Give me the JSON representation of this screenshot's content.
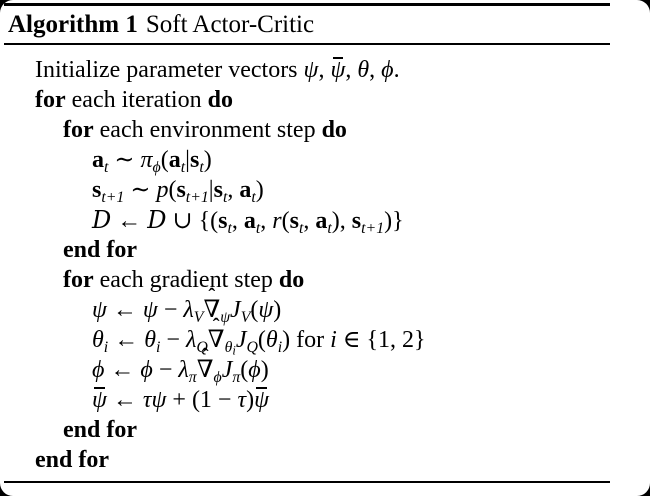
{
  "colors": {
    "text": "#000000",
    "background": "#ffffff",
    "frame_corners": "#000000",
    "rules": "#000000"
  },
  "header": {
    "label": "Algorithm 1",
    "title": "Soft Actor-Critic"
  },
  "symbols": {
    "hat_accent": "ˆ"
  },
  "algorithm": {
    "lines": [
      {
        "indent": 0,
        "segments": [
          {
            "t": "Initialize parameter vectors "
          },
          {
            "t": "ψ",
            "c": "it"
          },
          {
            "t": ", "
          },
          {
            "t": "ψ",
            "c": "it bar"
          },
          {
            "t": ", "
          },
          {
            "t": "θ",
            "c": "it"
          },
          {
            "t": ", "
          },
          {
            "t": "ϕ",
            "c": "it"
          },
          {
            "t": "."
          }
        ]
      },
      {
        "indent": 0,
        "segments": [
          {
            "t": "for",
            "c": "kw"
          },
          {
            "t": " each iteration "
          },
          {
            "t": "do",
            "c": "kw"
          }
        ]
      },
      {
        "indent": 1,
        "segments": [
          {
            "t": "for",
            "c": "kw"
          },
          {
            "t": " each environment step "
          },
          {
            "t": "do",
            "c": "kw"
          }
        ]
      },
      {
        "indent": 2,
        "segments": [
          {
            "t": "a",
            "c": "bf"
          },
          {
            "t": "t",
            "c": "sub it"
          },
          {
            "t": " ∼ "
          },
          {
            "t": "π",
            "c": "it"
          },
          {
            "t": "ϕ",
            "c": "sub it"
          },
          {
            "t": "("
          },
          {
            "t": "a",
            "c": "bf"
          },
          {
            "t": "t",
            "c": "sub it"
          },
          {
            "t": "|"
          },
          {
            "t": "s",
            "c": "bf"
          },
          {
            "t": "t",
            "c": "sub it"
          },
          {
            "t": ")"
          }
        ]
      },
      {
        "indent": 2,
        "segments": [
          {
            "t": "s",
            "c": "bf"
          },
          {
            "t": "t+1",
            "c": "sub it"
          },
          {
            "t": " ∼ "
          },
          {
            "t": "p",
            "c": "it"
          },
          {
            "t": "("
          },
          {
            "t": "s",
            "c": "bf"
          },
          {
            "t": "t+1",
            "c": "sub it"
          },
          {
            "t": "|"
          },
          {
            "t": "s",
            "c": "bf"
          },
          {
            "t": "t",
            "c": "sub it"
          },
          {
            "t": ", "
          },
          {
            "t": "a",
            "c": "bf"
          },
          {
            "t": "t",
            "c": "sub it"
          },
          {
            "t": ")"
          }
        ]
      },
      {
        "indent": 2,
        "segments": [
          {
            "t": "D",
            "c": "cal"
          },
          {
            "t": " ← "
          },
          {
            "t": "D",
            "c": "cal"
          },
          {
            "t": " ∪ {("
          },
          {
            "t": "s",
            "c": "bf"
          },
          {
            "t": "t",
            "c": "sub it"
          },
          {
            "t": ", "
          },
          {
            "t": "a",
            "c": "bf"
          },
          {
            "t": "t",
            "c": "sub it"
          },
          {
            "t": ", "
          },
          {
            "t": "r",
            "c": "it"
          },
          {
            "t": "("
          },
          {
            "t": "s",
            "c": "bf"
          },
          {
            "t": "t",
            "c": "sub it"
          },
          {
            "t": ", "
          },
          {
            "t": "a",
            "c": "bf"
          },
          {
            "t": "t",
            "c": "sub it"
          },
          {
            "t": "), "
          },
          {
            "t": "s",
            "c": "bf"
          },
          {
            "t": "t+1",
            "c": "sub it"
          },
          {
            "t": ")}"
          }
        ]
      },
      {
        "indent": 1,
        "segments": [
          {
            "t": "end for",
            "c": "kw"
          }
        ]
      },
      {
        "indent": 1,
        "segments": [
          {
            "t": "for",
            "c": "kw"
          },
          {
            "t": " each gradient step "
          },
          {
            "t": "do",
            "c": "kw"
          }
        ]
      },
      {
        "indent": 2,
        "segments": [
          {
            "t": "ψ",
            "c": "it"
          },
          {
            "t": " ← "
          },
          {
            "t": "ψ",
            "c": "it"
          },
          {
            "t": " − "
          },
          {
            "t": "λ",
            "c": "it"
          },
          {
            "t": "V",
            "c": "sub it"
          },
          {
            "t": "∇",
            "c": "hat"
          },
          {
            "t": "ψ",
            "c": "sub it"
          },
          {
            "t": "J",
            "c": "it"
          },
          {
            "t": "V",
            "c": "sub it"
          },
          {
            "t": "("
          },
          {
            "t": "ψ",
            "c": "it"
          },
          {
            "t": ")"
          }
        ]
      },
      {
        "indent": 2,
        "segments": [
          {
            "t": "θ",
            "c": "it"
          },
          {
            "t": "i",
            "c": "sub it"
          },
          {
            "t": " ← "
          },
          {
            "t": "θ",
            "c": "it"
          },
          {
            "t": "i",
            "c": "sub it"
          },
          {
            "t": " − "
          },
          {
            "t": "λ",
            "c": "it"
          },
          {
            "t": "Q",
            "c": "sub it"
          },
          {
            "t": "∇",
            "c": "hat"
          },
          {
            "t": "θ",
            "c": "sub it"
          },
          {
            "t": "i",
            "c": "subsub it"
          },
          {
            "t": "J",
            "c": "it"
          },
          {
            "t": "Q",
            "c": "sub it"
          },
          {
            "t": "("
          },
          {
            "t": "θ",
            "c": "it"
          },
          {
            "t": "i",
            "c": "sub it"
          },
          {
            "t": ") for "
          },
          {
            "t": "i",
            "c": "it"
          },
          {
            "t": " ∈ {1, 2}"
          }
        ]
      },
      {
        "indent": 2,
        "segments": [
          {
            "t": "ϕ",
            "c": "it"
          },
          {
            "t": " ← "
          },
          {
            "t": "ϕ",
            "c": "it"
          },
          {
            "t": " − "
          },
          {
            "t": "λ",
            "c": "it"
          },
          {
            "t": "π",
            "c": "sub it"
          },
          {
            "t": "∇",
            "c": "hat"
          },
          {
            "t": "ϕ",
            "c": "sub it"
          },
          {
            "t": "J",
            "c": "it"
          },
          {
            "t": "π",
            "c": "sub it"
          },
          {
            "t": "("
          },
          {
            "t": "ϕ",
            "c": "it"
          },
          {
            "t": ")"
          }
        ]
      },
      {
        "indent": 2,
        "segments": [
          {
            "t": "ψ",
            "c": "it bar"
          },
          {
            "t": " ← "
          },
          {
            "t": "τψ",
            "c": "it"
          },
          {
            "t": " + (1 − "
          },
          {
            "t": "τ",
            "c": "it"
          },
          {
            "t": ")"
          },
          {
            "t": "ψ",
            "c": "it bar"
          }
        ]
      },
      {
        "indent": 1,
        "segments": [
          {
            "t": "end for",
            "c": "kw"
          }
        ]
      },
      {
        "indent": 0,
        "segments": [
          {
            "t": "end for",
            "c": "kw"
          }
        ]
      }
    ]
  }
}
